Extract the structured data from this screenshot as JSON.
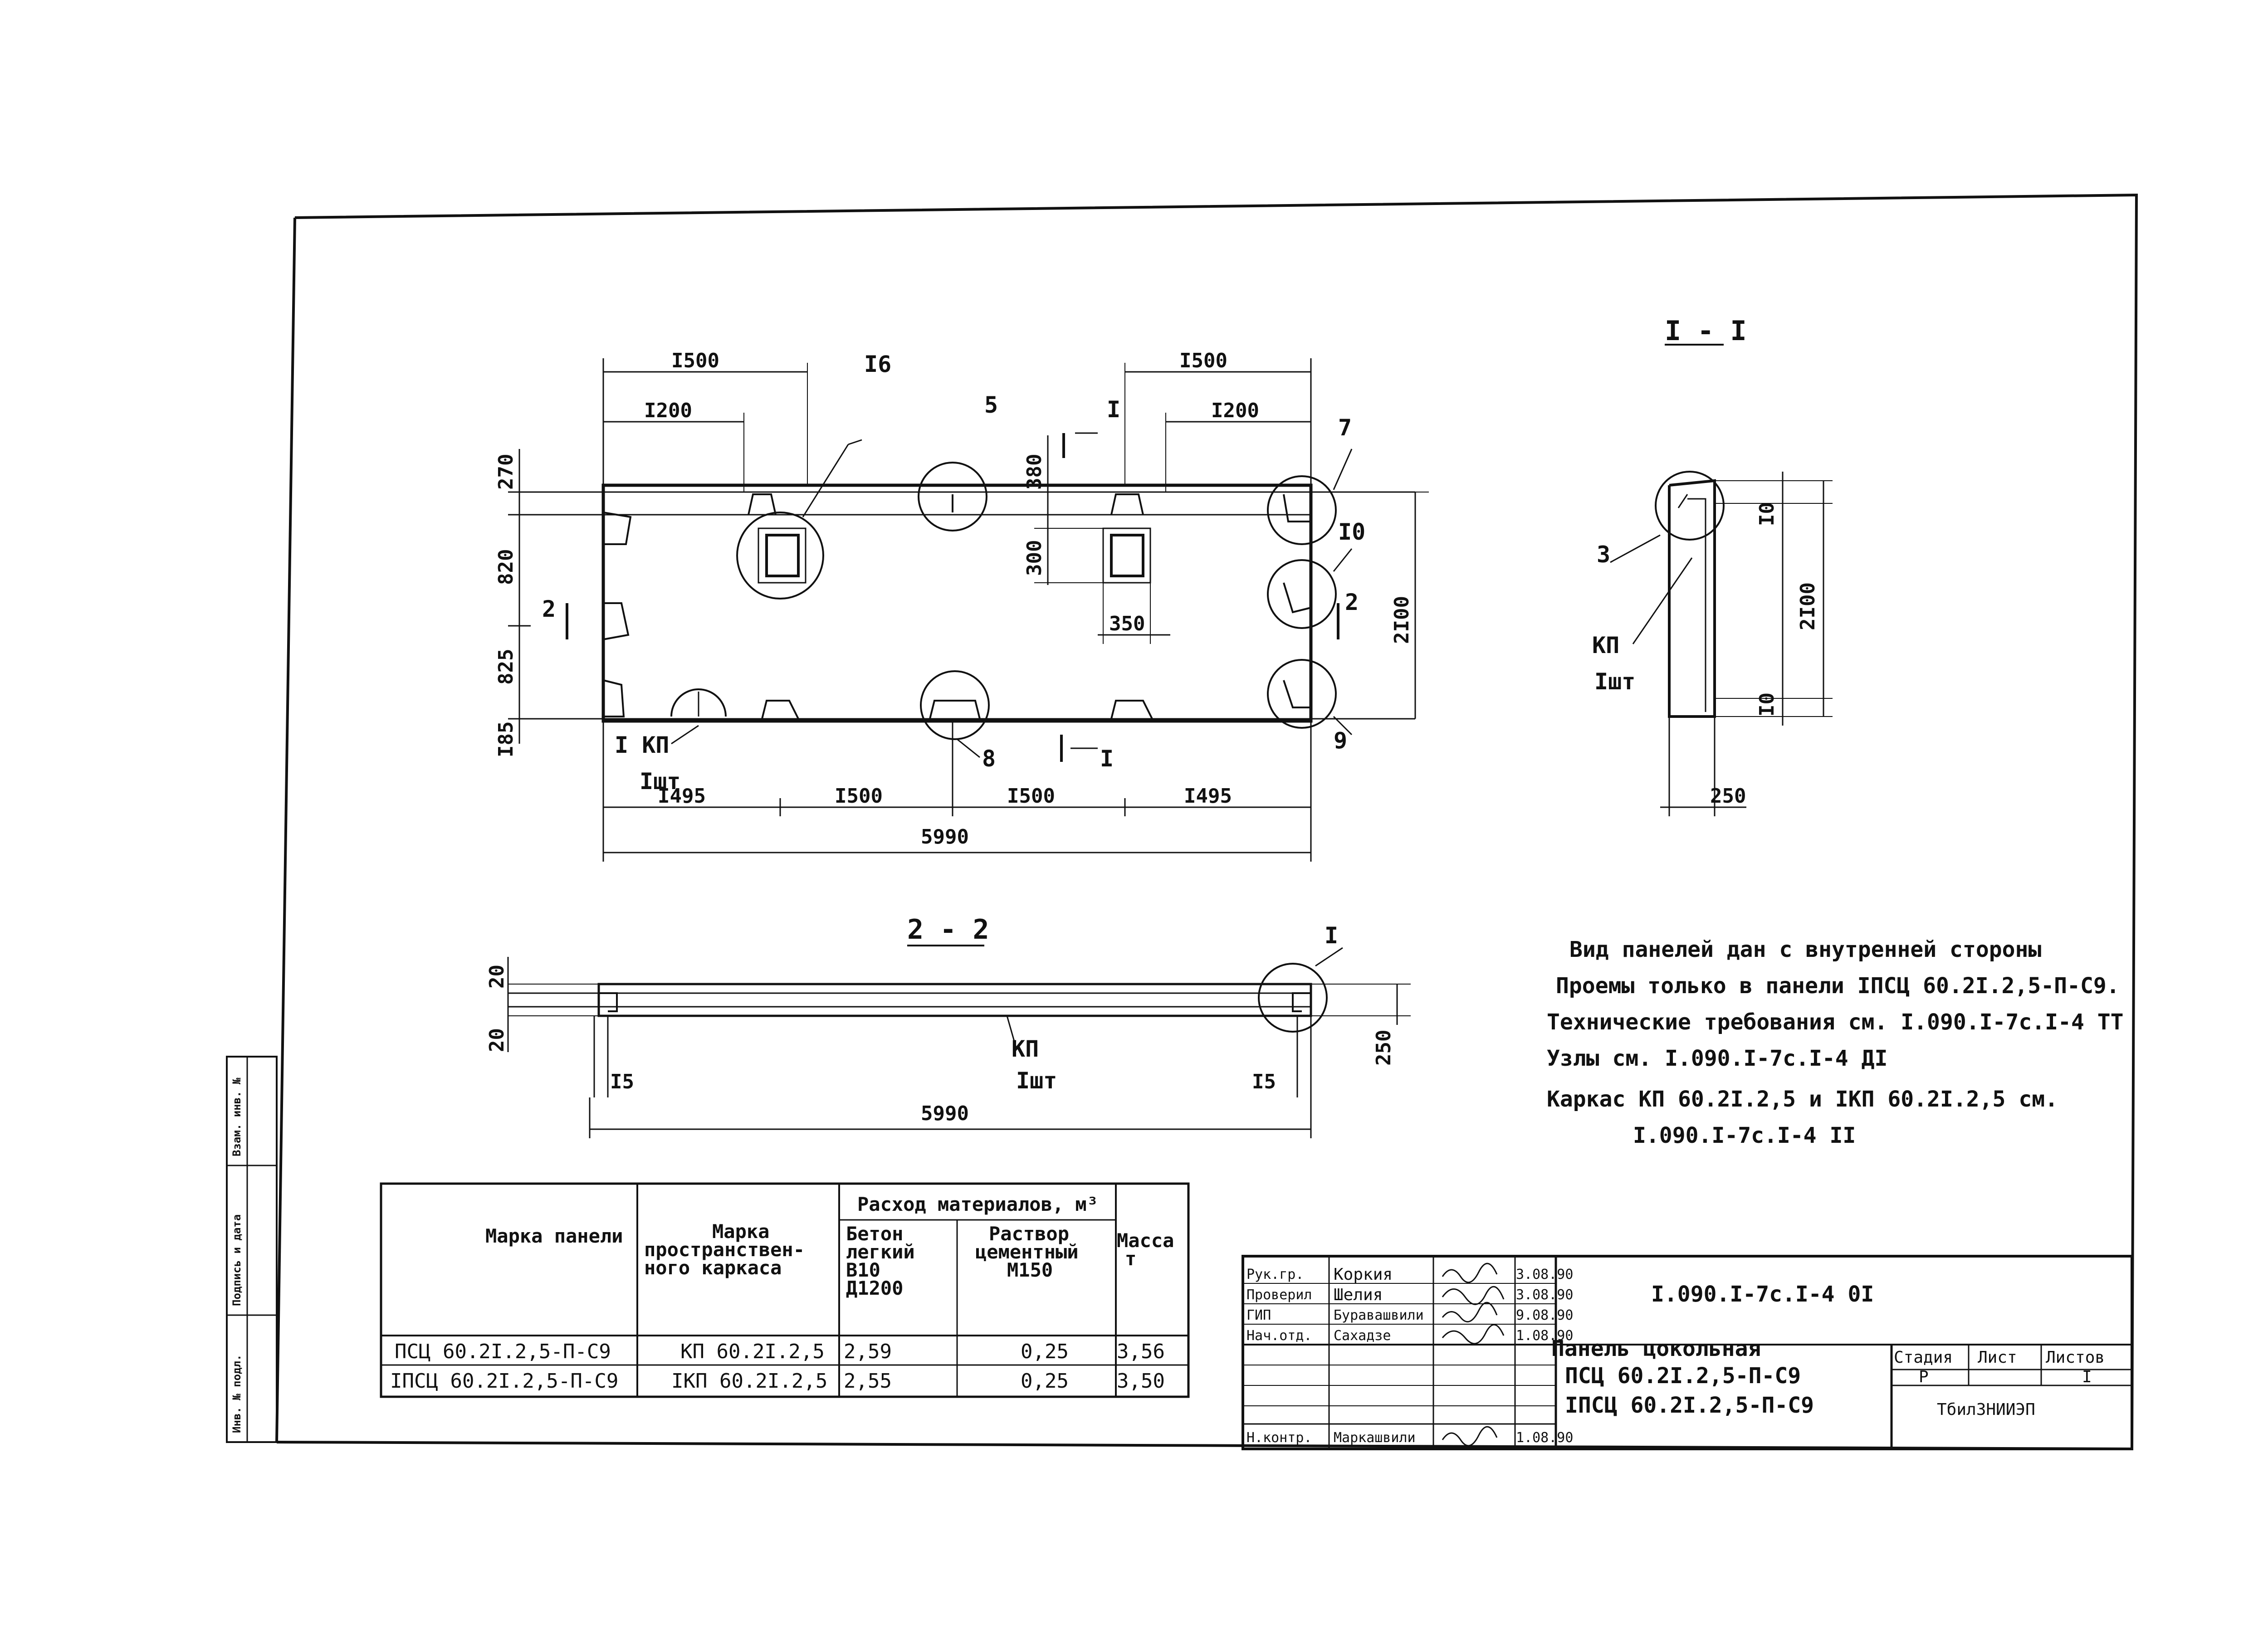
{
  "drawing": {
    "dims_plan": {
      "top_left_1500": "I500",
      "top_left_1200": "I200",
      "top_right_1500": "I500",
      "top_right_1200": "I200",
      "left_270": "270",
      "left_820": "820",
      "left_825": "825",
      "left_185": "I85",
      "mid_380": "380",
      "mid_300": "300",
      "mid_350": "350",
      "right_2100": "2I00",
      "bottom_1495_left": "I495",
      "bottom_1500_a": "I500",
      "bottom_1500_b": "I500",
      "bottom_1495_right": "I495",
      "overall_5990": "5990"
    },
    "callouts_plan": {
      "c16": "I6",
      "c5": "5",
      "c7": "7",
      "c10": "I0",
      "c9": "9",
      "c8": "8",
      "cut1_top": "I",
      "cut1_bottom": "I",
      "cut2_left": "2",
      "cut2_right": "2",
      "frame_mark": "I  КП",
      "frame_sub": "Iшт"
    },
    "section_11": {
      "title": "I - I",
      "c3": "3",
      "kp": "КП",
      "sub": "Iшт",
      "d10_top": "I0",
      "d2100": "2I00",
      "d10_bottom": "I0",
      "d250": "250"
    },
    "section_22": {
      "title": "2 - 2",
      "c1": "I",
      "d20_top": "20",
      "d20_bottom": "20",
      "d250": "250",
      "d15_left": "I5",
      "d15_right": "I5",
      "kp": "КП",
      "sub": "Iшт",
      "d5990": "5990"
    }
  },
  "notes": [
    "Вид панелей дан с внутренней стороны",
    "Проемы только в панели IПСЦ 60.2I.2,5-П-С9.",
    "Технические требования см. I.090.I-7с.I-4 ТТ",
    "Узлы см. I.090.I-7с.I-4 ДI",
    "Каркас КП 60.2I.2,5 и IКП 60.2I.2,5 см.",
    "I.090.I-7с.I-4 II"
  ],
  "materials_table": {
    "headers": {
      "panel_mark": "Марка панели",
      "frame_mark_1": "Марка",
      "frame_mark_2": "пространствен-",
      "frame_mark_3": "ного каркаса",
      "materials": "Расход материалов, м³",
      "concrete_1": "Бетон",
      "concrete_2": "легкий",
      "concrete_3": "В10",
      "concrete_4": "Д1200",
      "mortar_1": "Раствор",
      "mortar_2": "цементный",
      "mortar_3": "М150",
      "mass_1": "Масса",
      "mass_2": "т"
    },
    "rows": [
      {
        "panel": "ПСЦ 60.2I.2,5-П-С9",
        "frame": "КП 60.2I.2,5",
        "concrete": "2,59",
        "mortar": "0,25",
        "mass": "3,56"
      },
      {
        "panel": "IПСЦ 60.2I.2,5-П-С9",
        "frame": "IКП 60.2I.2,5",
        "concrete": "2,55",
        "mortar": "0,25",
        "mass": "3,50"
      }
    ]
  },
  "title_block": {
    "code": "I.090.I-7с.I-4 0I",
    "roles": [
      "Рук.гр.",
      "Проверил",
      "ГИП",
      "Нач.отд.",
      "",
      "",
      "Н.контр."
    ],
    "names": [
      "Коркия",
      "Шелия",
      "Буравашвили",
      "Сахадзе",
      "",
      "",
      "Маркашвили"
    ],
    "dates": [
      "3.08.90",
      "3.08.90",
      "9.08.90",
      "1.08.90",
      "",
      "",
      "1.08.90"
    ],
    "name_line1": "Панель цокольная",
    "name_line2": "ПСЦ 60.2I.2,5-П-С9",
    "name_line3": "IПСЦ 60.2I.2,5-П-С9",
    "stage_label": "Стадия",
    "sheet_label": "Лист",
    "sheets_label": "Листов",
    "stage": "Р",
    "sheet": "",
    "sheets": "I",
    "org": "ТбилЗНИИЭП"
  },
  "side_stamp": [
    "Инв. № подл.",
    "Подпись и дата",
    "Взам. инв. №"
  ]
}
